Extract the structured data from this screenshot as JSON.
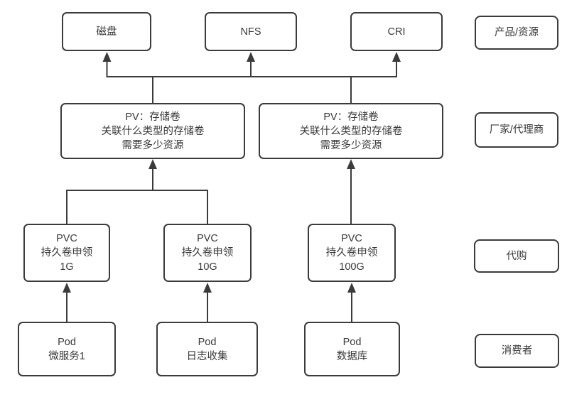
{
  "colors": {
    "stroke": "#3b3b3b",
    "box_fill": "#ffffff",
    "text": "#383838",
    "background": "#ffffff"
  },
  "nodes": {
    "disk": {
      "line1": "磁盘"
    },
    "nfs": {
      "line1": "NFS"
    },
    "cri": {
      "line1": "CRI"
    },
    "pv_left": {
      "line1": "PV：存储卷",
      "line2": "关联什么类型的存储卷",
      "line3": "需要多少资源"
    },
    "pv_right": {
      "line1": "PV：存储卷",
      "line2": "关联什么类型的存储卷",
      "line3": "需要多少资源"
    },
    "pvc_1g": {
      "line1": "PVC",
      "line2": "持久卷申领",
      "line3": "1G"
    },
    "pvc_10g": {
      "line1": "PVC",
      "line2": "持久卷申领",
      "line3": "10G"
    },
    "pvc_100g": {
      "line1": "PVC",
      "line2": "持久卷申领",
      "line3": "100G"
    },
    "pod_micro": {
      "line1": "Pod",
      "line2": "微服务1"
    },
    "pod_log": {
      "line1": "Pod",
      "line2": "日志收集"
    },
    "pod_db": {
      "line1": "Pod",
      "line2": "数据库"
    }
  },
  "legend": {
    "product": "产品/资源",
    "vendor": "厂家/代理商",
    "agent": "代购",
    "consumer": "消费者"
  }
}
